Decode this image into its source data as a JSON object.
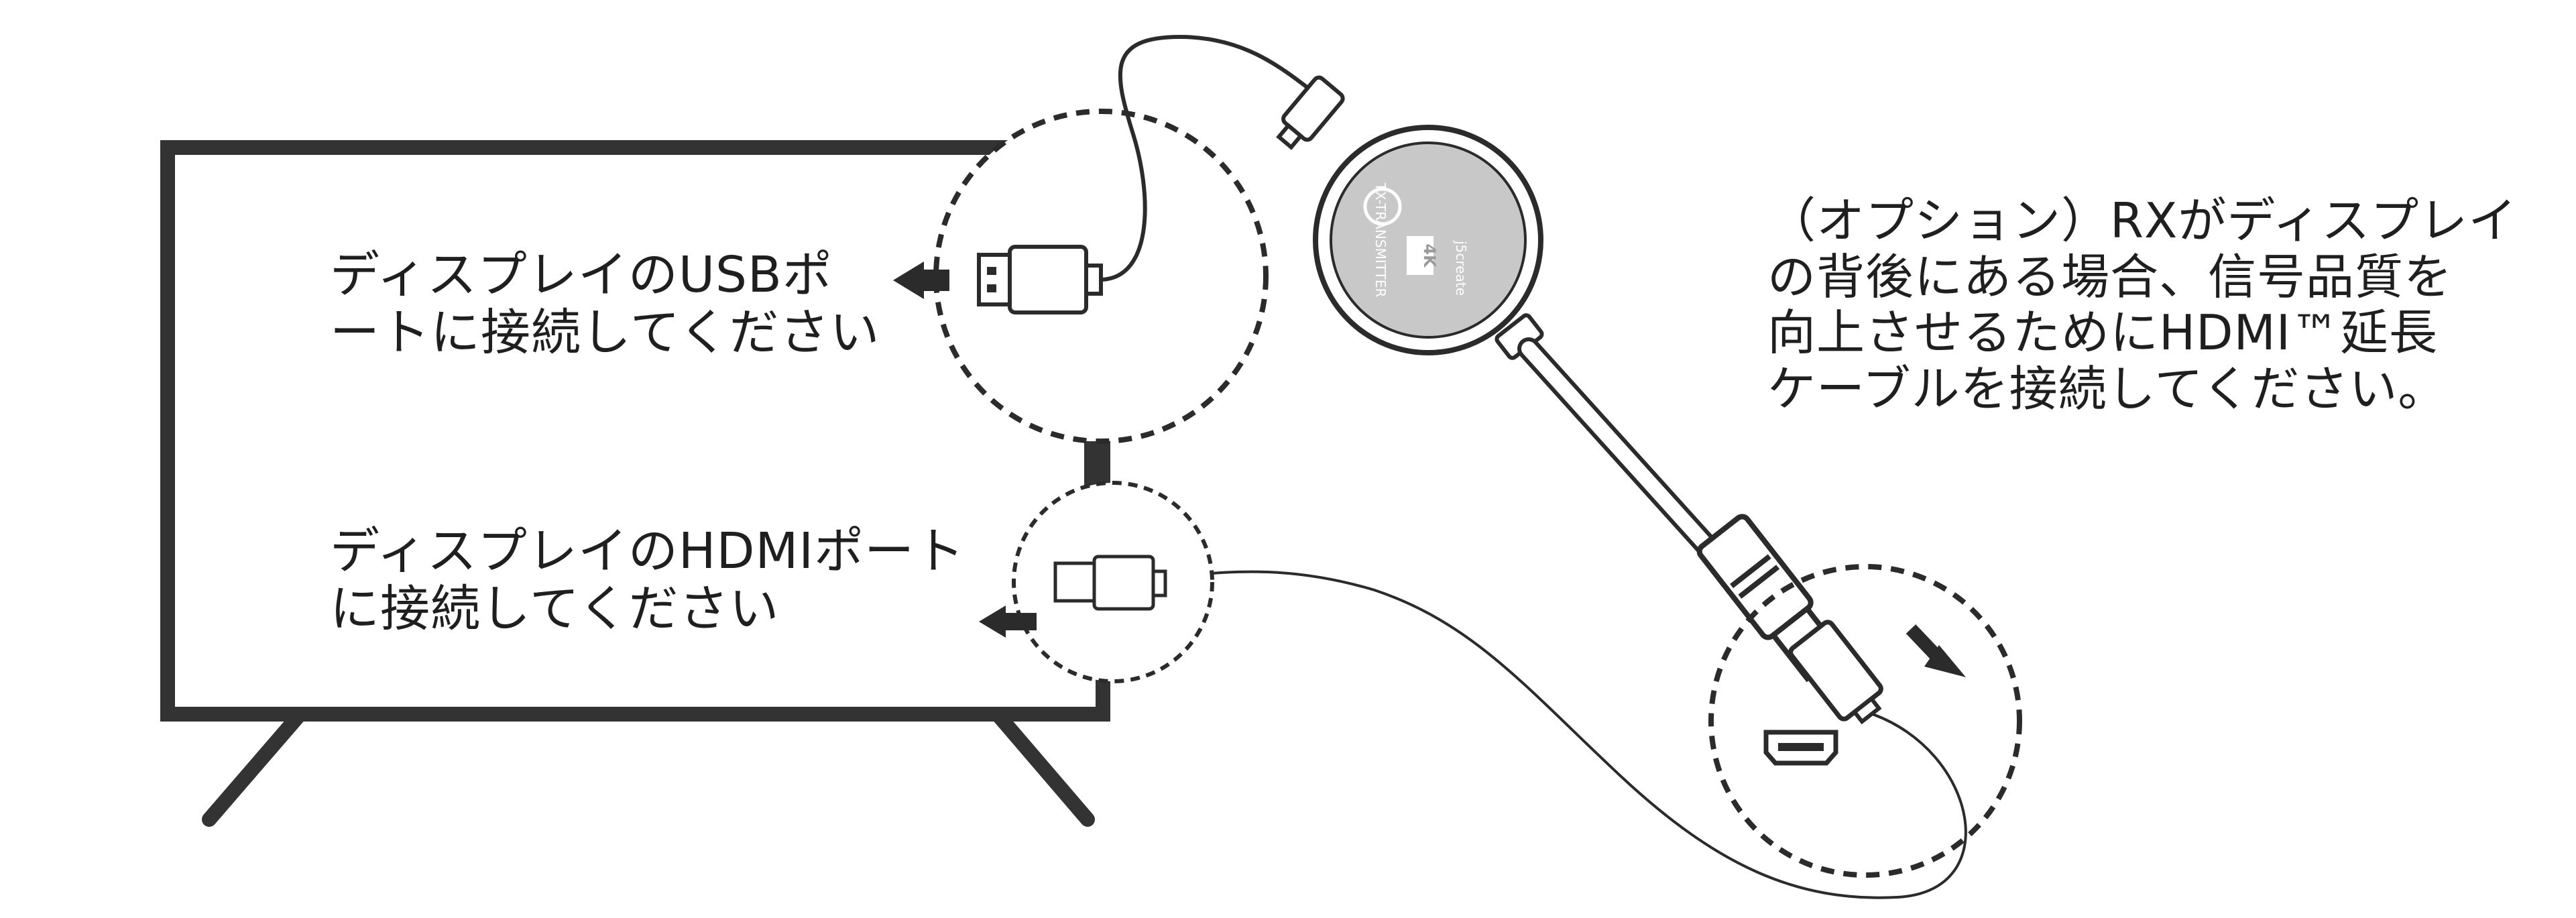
{
  "labels": {
    "usb_port": [
      "ディスプレイのUSBポ",
      "ートに接続してください"
    ],
    "hdmi_port": [
      "ディスプレイのHDMIポート",
      "に接続してください"
    ],
    "optional_extension": [
      "（オプション）RXがディスプレイ",
      "の背後にある場合、信号品質を",
      "向上させるためにHDMI™延長",
      "ケーブルを接続してください。"
    ]
  },
  "device_text": {
    "model": "TX-TRANSMITTER",
    "badge": "4K",
    "brand": "j5create"
  },
  "colors": {
    "stroke": "#2b2b2b",
    "device_face": "#c8c8c8",
    "background": "#ffffff"
  }
}
